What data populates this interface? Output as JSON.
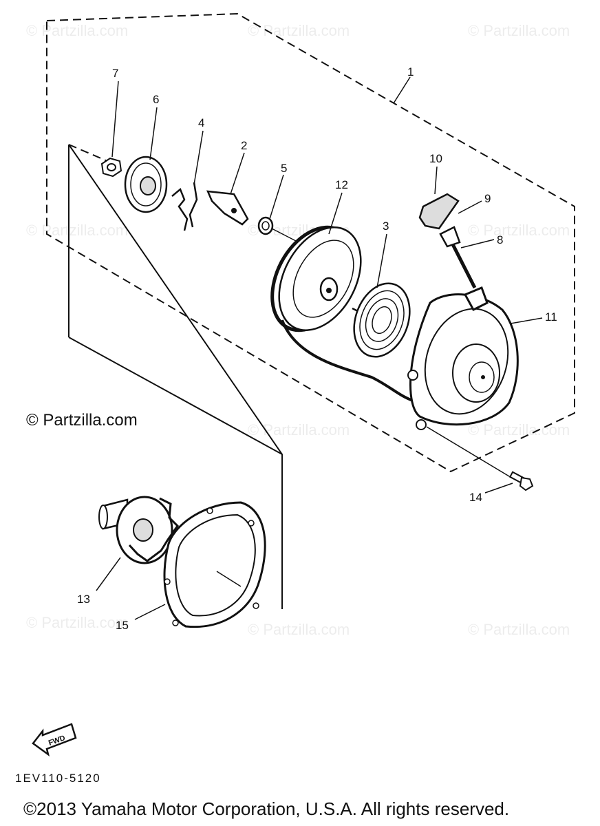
{
  "callouts": {
    "c1": "1",
    "c2": "2",
    "c3": "3",
    "c4": "4",
    "c5": "5",
    "c6": "6",
    "c7": "7",
    "c8": "8",
    "c9": "9",
    "c10": "10",
    "c11": "11",
    "c12": "12",
    "c13": "13",
    "c14": "14",
    "c15": "15"
  },
  "watermark": "© Partzilla.com",
  "brand_watermark": "© Partzilla.com",
  "fwd_label": "FWD",
  "diagram_code": "1EV110-5120",
  "copyright": "©2013 Yamaha Motor Corporation, U.S.A. All rights reserved."
}
